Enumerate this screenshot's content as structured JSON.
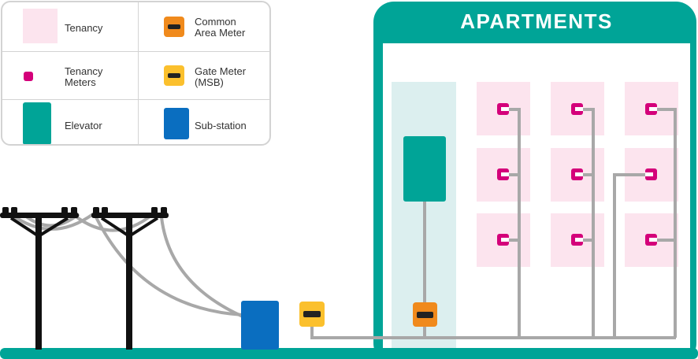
{
  "legend": {
    "tenancy": "Tenancy",
    "common_area_meter": "Common\nArea Meter",
    "tenancy_meters": "Tenancy\nMeters",
    "gate_meter": "Gate Meter\n(MSB)",
    "elevator": "Elevator",
    "substation": "Sub-station"
  },
  "building": {
    "title": "APARTMENTS"
  },
  "colors": {
    "teal": "#00A497",
    "tenancy_fill": "#FCE4EE",
    "magenta": "#D4007A",
    "orange": "#F08A1C",
    "gate_yellow": "#FBC02D",
    "substation_blue": "#0A6EC0",
    "wire_gray": "#A8A8A8",
    "elevator_shaft": "#DCEFEF"
  }
}
